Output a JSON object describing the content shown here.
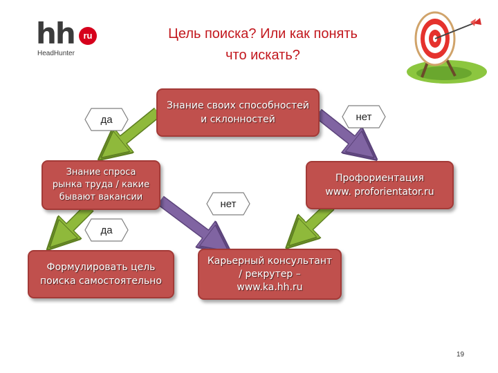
{
  "logo": {
    "mark": "hh",
    "badge": "ru",
    "subtitle": "HeadHunter"
  },
  "title": {
    "line1": "Цель поиска? Или как понять",
    "line2": "что искать?"
  },
  "nodes": {
    "self_knowledge": {
      "line1": "Знание  своих способностей",
      "line2": "и склонностей"
    },
    "demand": {
      "line1": "Знание спроса",
      "line2": "рынка труда / какие",
      "line3": "бывают вакансии"
    },
    "career_guidance": {
      "line1": "Профориентация",
      "line2": "www. proforientator.ru"
    },
    "formulate": {
      "line1": "Формулировать цель",
      "line2": "поиска самостоятельно"
    },
    "consultant": {
      "line1": "Карьерный консультант",
      "line2": "/ рекрутер –",
      "line3": "www.ka.hh.ru"
    }
  },
  "decisions": {
    "yes_top": "да",
    "no_top": "нет",
    "no_middle": "нет",
    "yes_bottom": "да"
  },
  "colors": {
    "box_fill": "#c0504d",
    "arrow_green": "#8fb93b",
    "arrow_purple": "#8064a2",
    "title_red": "#c2171d"
  },
  "page_number": "19"
}
